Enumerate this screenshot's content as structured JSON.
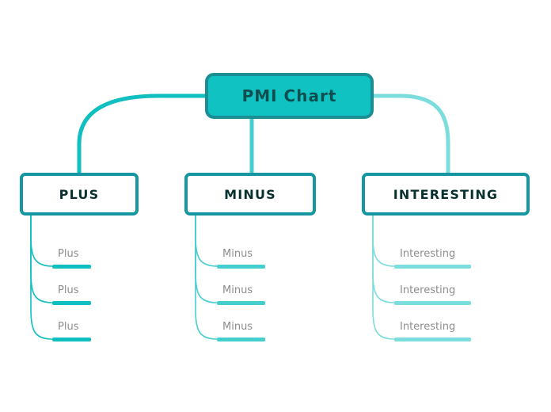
{
  "diagram": {
    "type": "mind-map",
    "title": "PMI Chart",
    "background_color": "#ffffff",
    "root": {
      "label": "PMI Chart",
      "fill_color": "#10c2c2",
      "border_color": "#1a8e92",
      "text_color": "#0d4f51"
    },
    "branches": [
      {
        "id": "plus",
        "label": "PLUS",
        "accent_color": "#10bfbf",
        "border_color": "#1596a0",
        "text_color": "#07302e",
        "leaves": [
          {
            "label": "Plus"
          },
          {
            "label": "Plus"
          },
          {
            "label": "Plus"
          }
        ]
      },
      {
        "id": "minus",
        "label": "MINUS",
        "accent_color": "#45cece",
        "border_color": "#1596a0",
        "text_color": "#07302e",
        "leaves": [
          {
            "label": "Minus"
          },
          {
            "label": "Minus"
          },
          {
            "label": "Minus"
          }
        ]
      },
      {
        "id": "interesting",
        "label": "INTERESTING",
        "accent_color": "#7bdddd",
        "border_color": "#1596a0",
        "text_color": "#07302e",
        "leaves": [
          {
            "label": "Interesting"
          },
          {
            "label": "Interesting"
          },
          {
            "label": "Interesting"
          }
        ]
      }
    ],
    "leaf_text_color": "#8d8d8d"
  }
}
